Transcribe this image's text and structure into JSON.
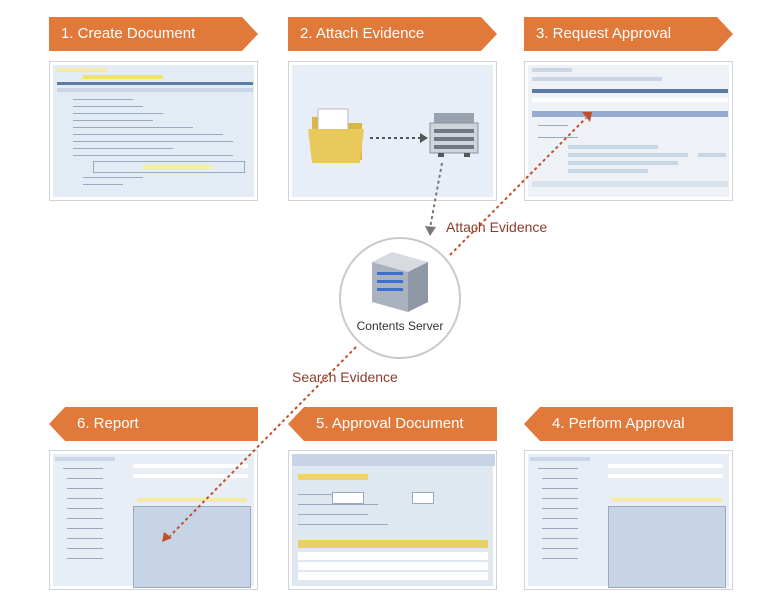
{
  "steps": {
    "s1": "1. Create Document",
    "s2": "2. Attach Evidence",
    "s3": "3. Request Approval",
    "s4": "4. Perform Approval",
    "s5": "5. Approval Document",
    "s6": "6. Report"
  },
  "server": {
    "label": "Contents Server"
  },
  "flows": {
    "attach": "Attach Evidence",
    "search": "Search Evidence"
  },
  "colors": {
    "banner": "#e0793a",
    "flow_text": "#8a3e2b",
    "arrow": "#c0502b"
  }
}
